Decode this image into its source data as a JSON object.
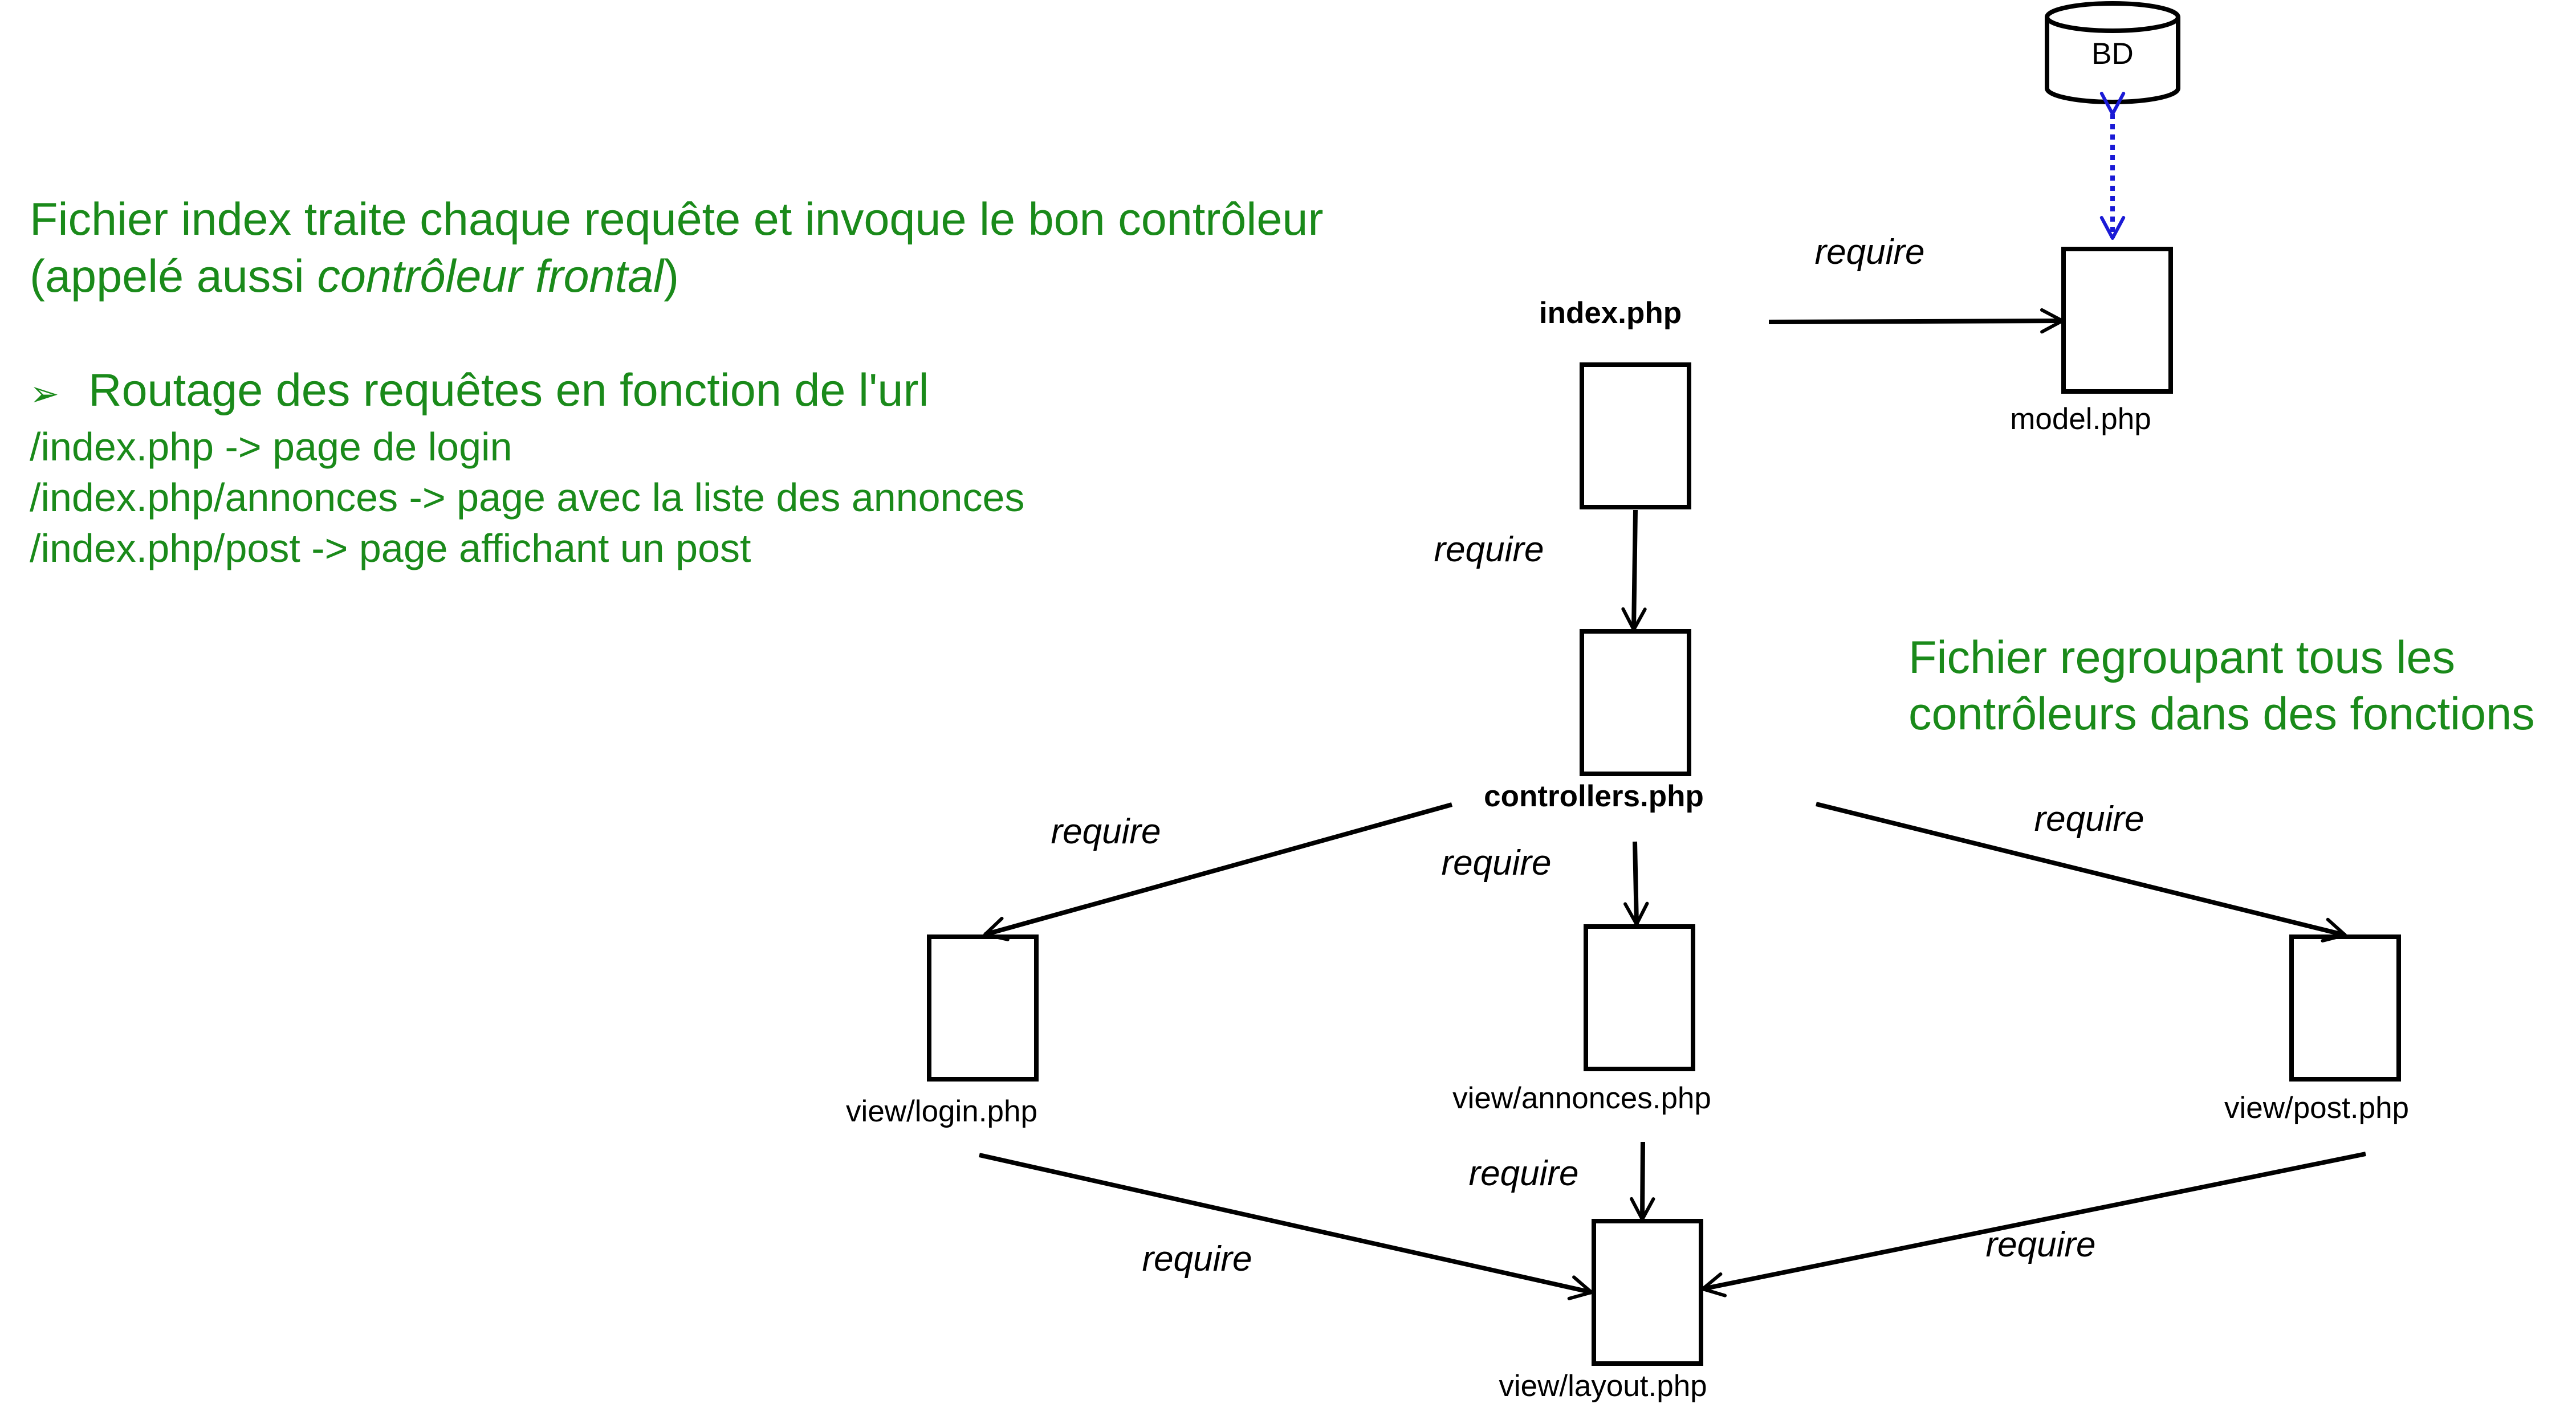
{
  "colors": {
    "text_accent": "#1a8a1a",
    "link_dotted": "#1a1ad6",
    "stroke": "#000000"
  },
  "description": {
    "line1": "Fichier index traite chaque requête et invoque le bon contrôleur",
    "line2_pre": "(appelé aussi ",
    "line2_em": "contrôleur frontal",
    "line2_post": ")",
    "bullet_icon": "arrow-bullet-icon",
    "bullet_glyph": "➢",
    "bullet": "Routage des requêtes en fonction de l'url",
    "routes": [
      "/index.php -> page de login",
      "/index.php/annonces -> page avec la liste des annonces",
      "/index.php/post -> page affichant un post"
    ]
  },
  "note": {
    "line1": "Fichier regroupant tous les",
    "line2": "contrôleurs dans des fonctions"
  },
  "nodes": {
    "bd": "BD",
    "index": "index.php",
    "model": "model.php",
    "controllers": "controllers.php",
    "login": "view/login.php",
    "annonces": "view/annonces.php",
    "post": "view/post.php",
    "layout": "view/layout.php"
  },
  "edges": {
    "index_model": "require",
    "index_controllers": "require",
    "controllers_login": "require",
    "controllers_annonces": "require",
    "controllers_post": "require",
    "login_layout": "require",
    "annonces_layout": "require",
    "post_layout": "require"
  }
}
